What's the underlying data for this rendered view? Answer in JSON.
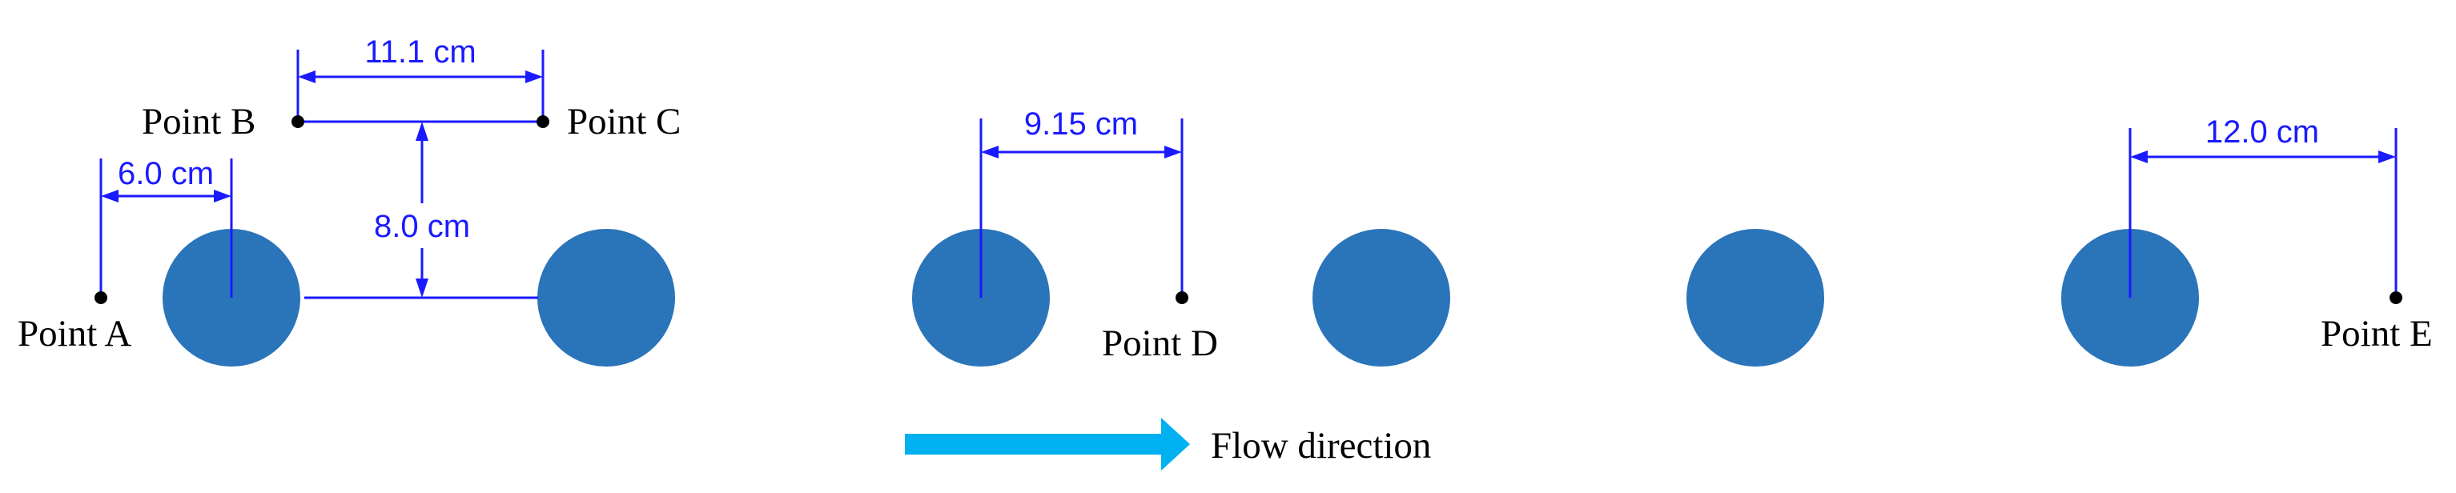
{
  "colors": {
    "cylinder": "#2a74b9",
    "dimension": "#1a1aff",
    "point": "#000000",
    "flow_arrow": "#00b0f0"
  },
  "points": {
    "a": "Point A",
    "b": "Point B",
    "c": "Point C",
    "d": "Point D",
    "e": "Point E"
  },
  "dimensions": {
    "bc": "11.1 cm",
    "a_offset": "6.0 cm",
    "vertical": "8.0 cm",
    "d_offset": "9.15 cm",
    "e_offset": "12.0 cm"
  },
  "flow": {
    "label": "Flow direction"
  }
}
